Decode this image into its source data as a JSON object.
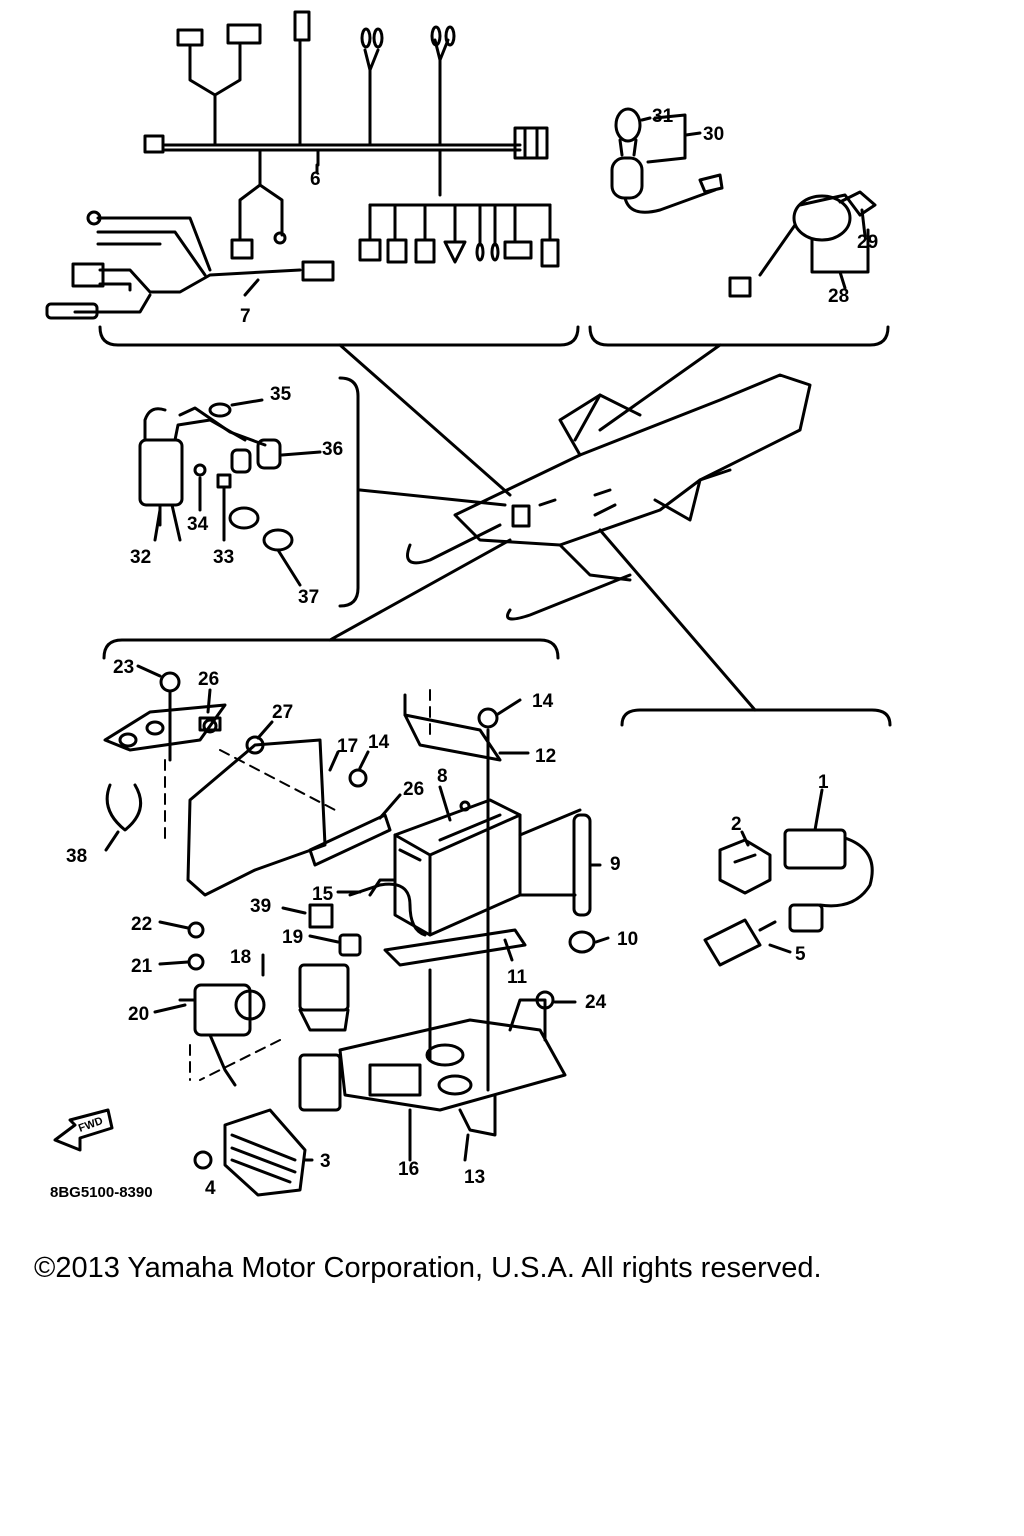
{
  "diagram": {
    "part_code": "8BG5100-8390",
    "fwd_label": "FWD",
    "callouts": [
      "1",
      "2",
      "3",
      "4",
      "5",
      "6",
      "7",
      "8",
      "9",
      "10",
      "11",
      "12",
      "13",
      "14",
      "14",
      "15",
      "16",
      "17",
      "18",
      "19",
      "20",
      "21",
      "22",
      "23",
      "24",
      "26",
      "26",
      "27",
      "28",
      "29",
      "30",
      "31",
      "32",
      "33",
      "34",
      "35",
      "36",
      "37",
      "38",
      "39"
    ]
  },
  "footer": {
    "copyright": "©2013 Yamaha Motor Corporation, U.S.A. All rights reserved."
  }
}
